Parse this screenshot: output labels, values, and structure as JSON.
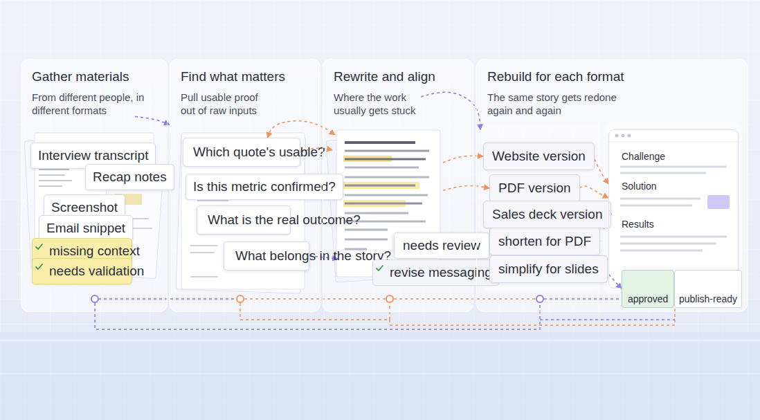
{
  "diagram": {
    "nodes": [
      {
        "text": [
          "Gather materials",
          "From different people, in different formats"
        ]
      },
      {
        "text": [
          "Interview transcript"
        ],
        "in": 0
      },
      {
        "text": [
          "Recap notes"
        ],
        "in": 0
      },
      {
        "text": [
          "Screenshot"
        ],
        "in": 0
      },
      {
        "text": [
          "Email snippet"
        ],
        "in": 0
      },
      {
        "text": [
          "missing context"
        ],
        "in": 0
      },
      {
        "text": [
          "needs validation"
        ],
        "in": 0
      },
      {
        "text": [
          "Find what matters",
          "Pull usable proof out of raw inputs"
        ]
      },
      {
        "text": [
          "Which quote's usable?"
        ],
        "in": 7
      },
      {
        "text": [
          "Is this metric confirmed?"
        ],
        "in": 7
      },
      {
        "text": [
          "What is the real outcome?"
        ],
        "in": 7
      },
      {
        "text": [
          "What belongs in the story?"
        ],
        "in": 7
      },
      {
        "text": [
          "Rewrite and align",
          "Where the work usually gets stuck"
        ]
      },
      {
        "text": [
          "needs review"
        ],
        "in": 12
      },
      {
        "text": [
          "revise messaging"
        ],
        "in": 12
      },
      {
        "text": [
          "Rebuild for each format",
          "The same story gets redone again and again"
        ]
      },
      {
        "text": [
          "Website version"
        ],
        "in": 15
      },
      {
        "text": [
          "PDF version"
        ],
        "in": 15
      },
      {
        "text": [
          "Sales deck version"
        ],
        "in": 15
      },
      {
        "text": [
          "shorten for PDF"
        ],
        "in": 15
      },
      {
        "text": [
          "simplify for slides"
        ],
        "in": 15
      },
      {
        "text": [
          "Challenge",
          "Solution",
          "Results"
        ],
        "in": 15
      },
      {
        "text": [
          "approved"
        ],
        "in": 21
      },
      {
        "text": [
          "publish-ready"
        ],
        "in": 21
      }
    ],
    "edges": [
      {
        "from": 0,
        "to": 7,
        "arrow": "to"
      },
      {
        "from": 8,
        "to": 12,
        "arrow": "both"
      },
      {
        "from": 8,
        "to": 12,
        "arrow": "to"
      },
      {
        "from": 11,
        "to": 12,
        "arrow": "to"
      },
      {
        "from": 12,
        "to": 15,
        "arrow": "to"
      },
      {
        "from": 12,
        "to": 16,
        "arrow": "to"
      },
      {
        "from": 12,
        "to": 17,
        "arrow": "to"
      },
      {
        "from": 13,
        "to": 19,
        "arrow": "to"
      },
      {
        "from": 14,
        "to": 20,
        "arrow": "to"
      },
      {
        "from": 16,
        "to": 21,
        "arrow": "to"
      },
      {
        "from": 17,
        "to": 21,
        "arrow": "to"
      },
      {
        "from": 18,
        "to": 21,
        "arrow": "none"
      },
      {
        "from": 19,
        "to": 21,
        "arrow": "to"
      },
      {
        "from": 20,
        "to": 22,
        "arrow": "to"
      }
    ]
  }
}
